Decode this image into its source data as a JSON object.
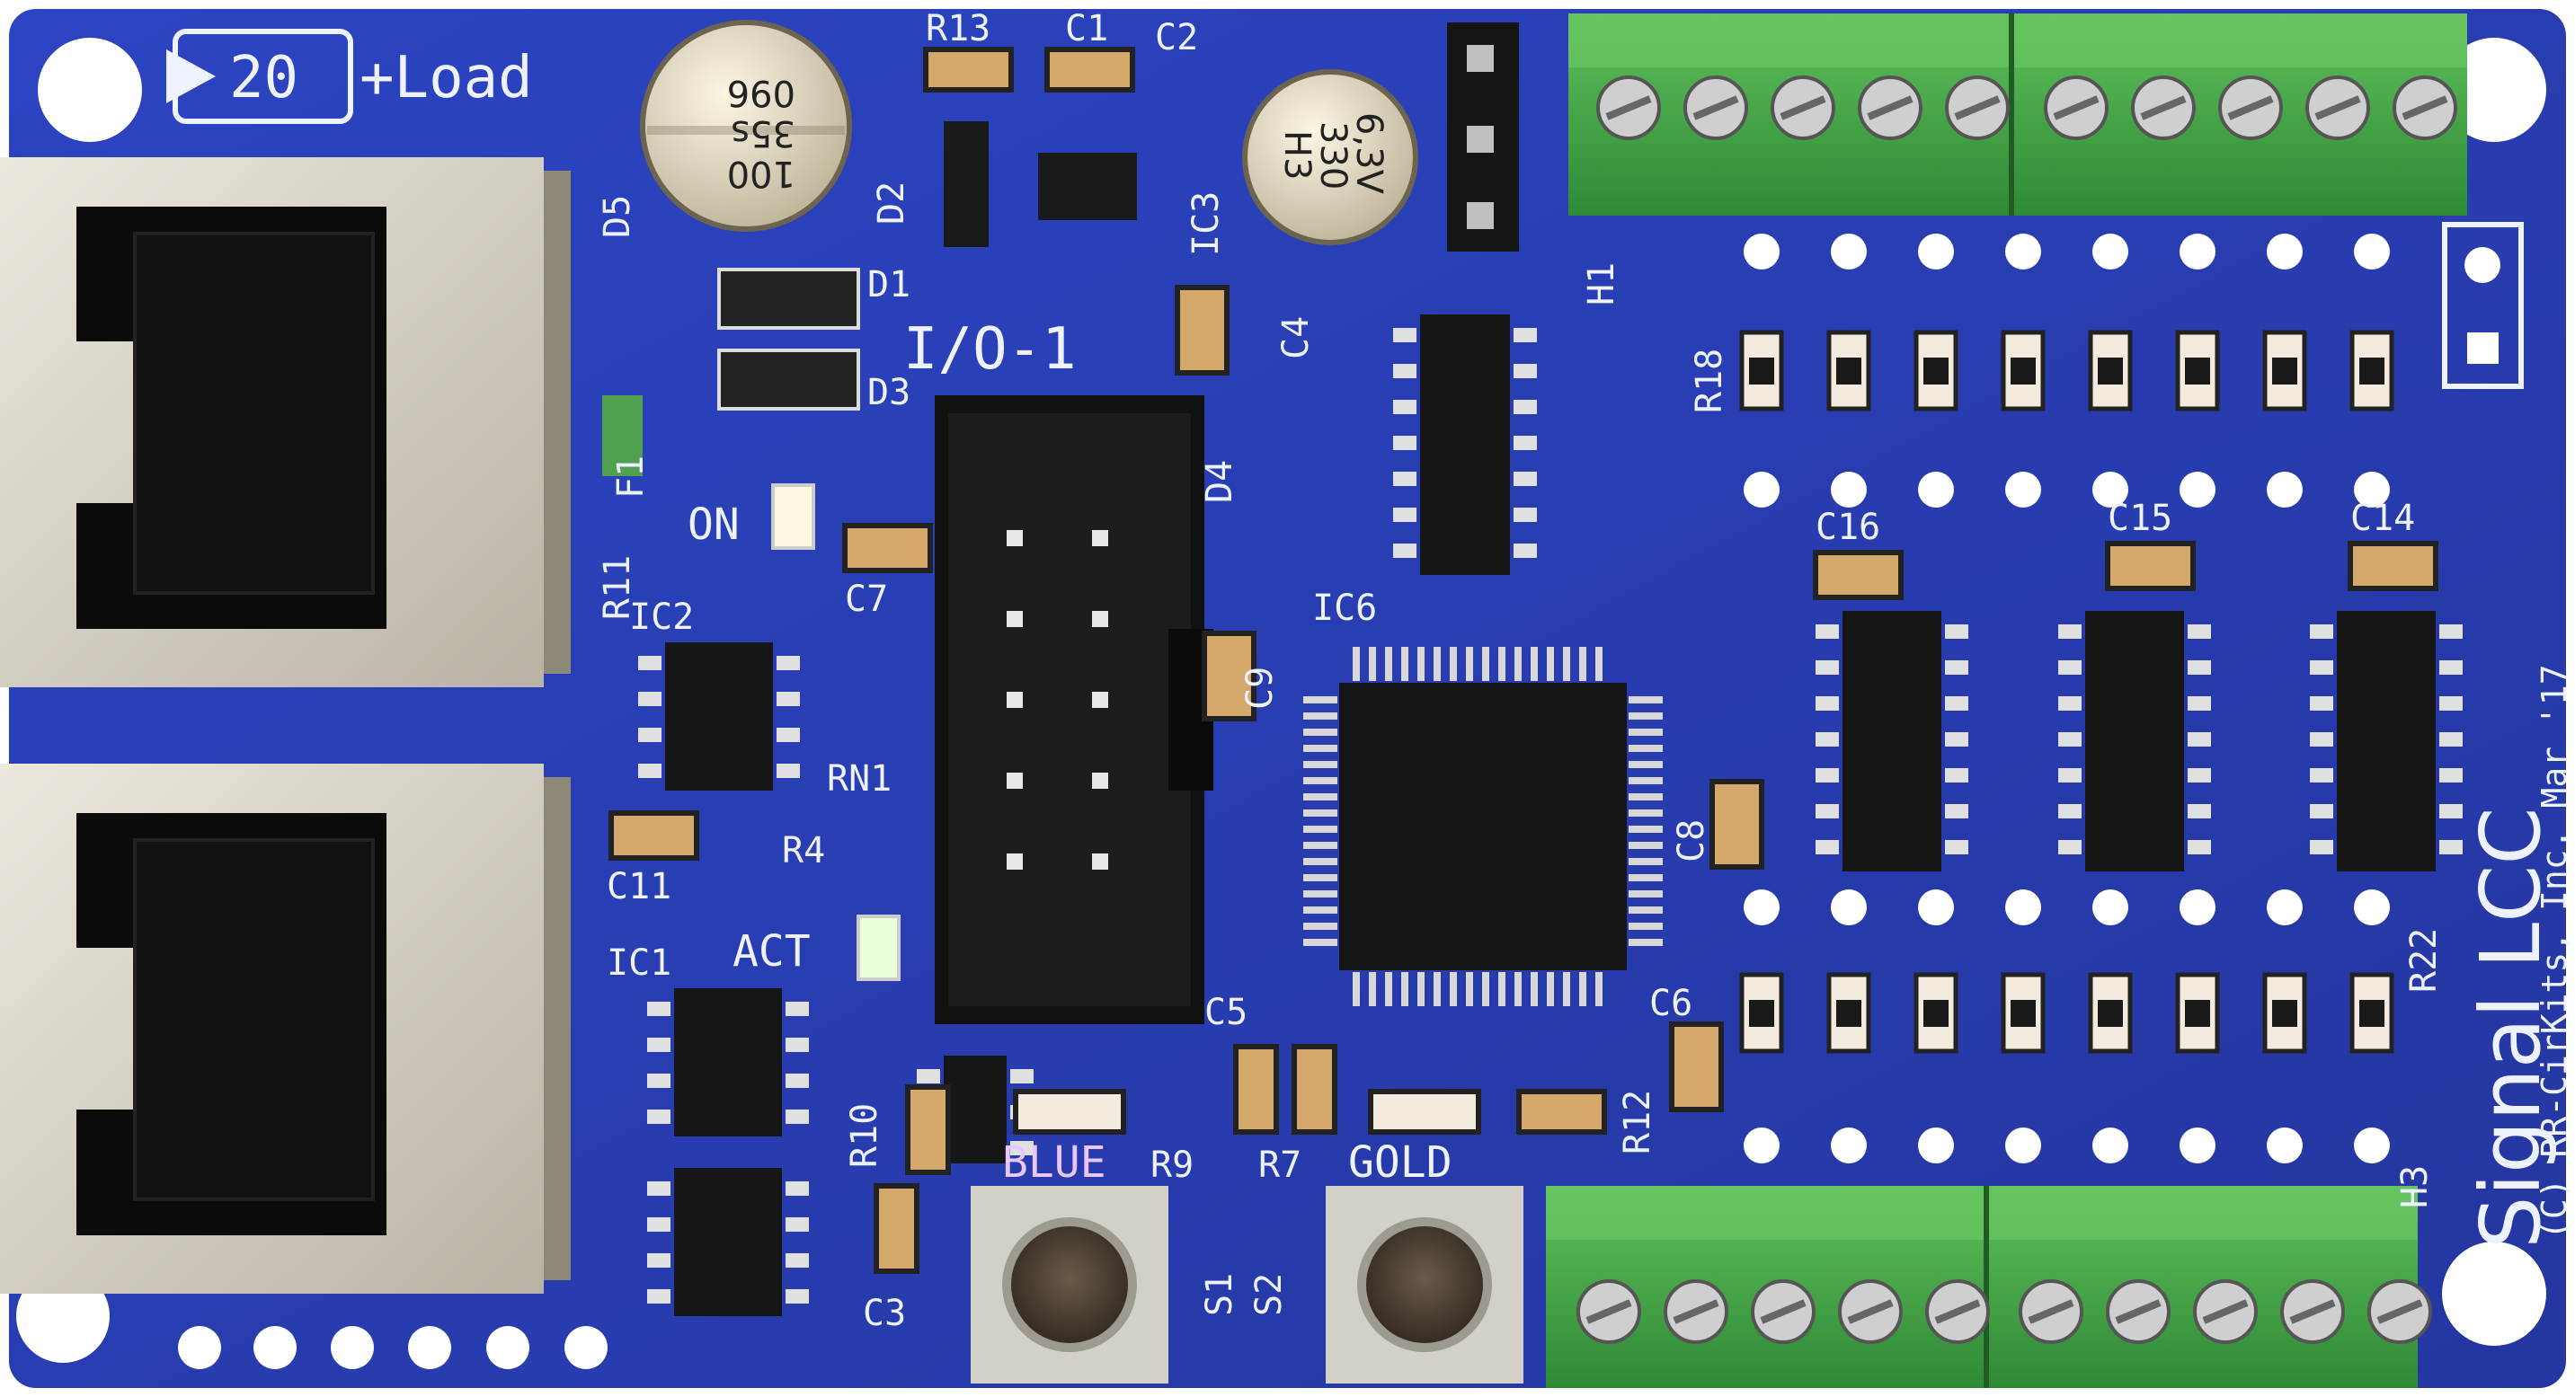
{
  "board": {
    "pcb_color": "#2a3fb5",
    "silk_color": "#eef2ff",
    "terminal_color": "#4aa644",
    "rj45_color": "#d9d4c8",
    "title": "Signal LCC",
    "copyright": "(C) RR-CirKits, Inc. Mar '17"
  },
  "labels": {
    "ch20": "20",
    "load": "+Load",
    "io1": "I/O-1",
    "on": "ON",
    "act": "ACT",
    "blue": "BLUE",
    "gold": "GOLD",
    "r13": "R13",
    "c1": "C1",
    "c2": "C2",
    "d1": "D1",
    "d2": "D2",
    "d3": "D3",
    "d4": "D4",
    "d5": "D5",
    "r11": "R11",
    "ic2": "IC2",
    "c7": "C7",
    "ic3": "IC3",
    "c4": "C4",
    "h1": "H1",
    "r18": "R18",
    "c16": "C16",
    "c15": "C15",
    "c14": "C14",
    "ic6": "IC6",
    "c9": "C9",
    "c8": "C8",
    "rn1": "RN1",
    "r4": "R4",
    "c11": "C11",
    "ic1": "IC1",
    "r10": "R10",
    "c5": "C5",
    "r9": "R9",
    "r7": "R7",
    "r12": "R12",
    "c6": "C6",
    "r22": "R22",
    "h3": "H3",
    "c3": "C3",
    "s1": "S1",
    "s2": "S2",
    "f1": "F1"
  },
  "capacitors": {
    "left": {
      "lines": [
        "100",
        "35s",
        "096"
      ]
    },
    "right": {
      "lines": [
        "6,3V",
        "330",
        "H3"
      ]
    }
  }
}
